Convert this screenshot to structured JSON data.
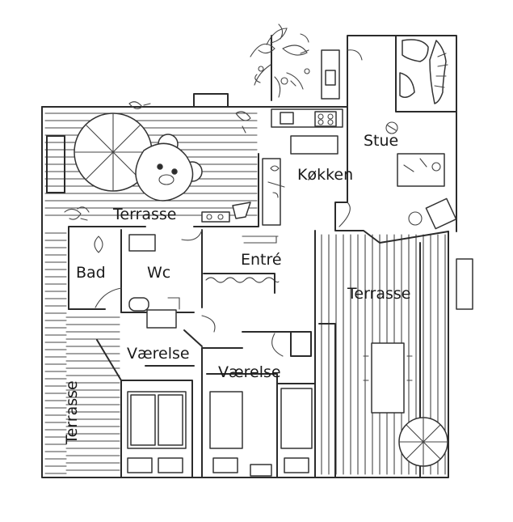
{
  "rooms": {
    "stue": "Stue",
    "kokken": "Køkken",
    "terrasse_top": "Terrasse",
    "entre": "Entré",
    "bad": "Bad",
    "wc": "Wc",
    "terrasse_right": "Terrasse",
    "vaerelse_1": "Værelse",
    "vaerelse_2": "Værelse",
    "terrasse_left": "Terrasse"
  }
}
